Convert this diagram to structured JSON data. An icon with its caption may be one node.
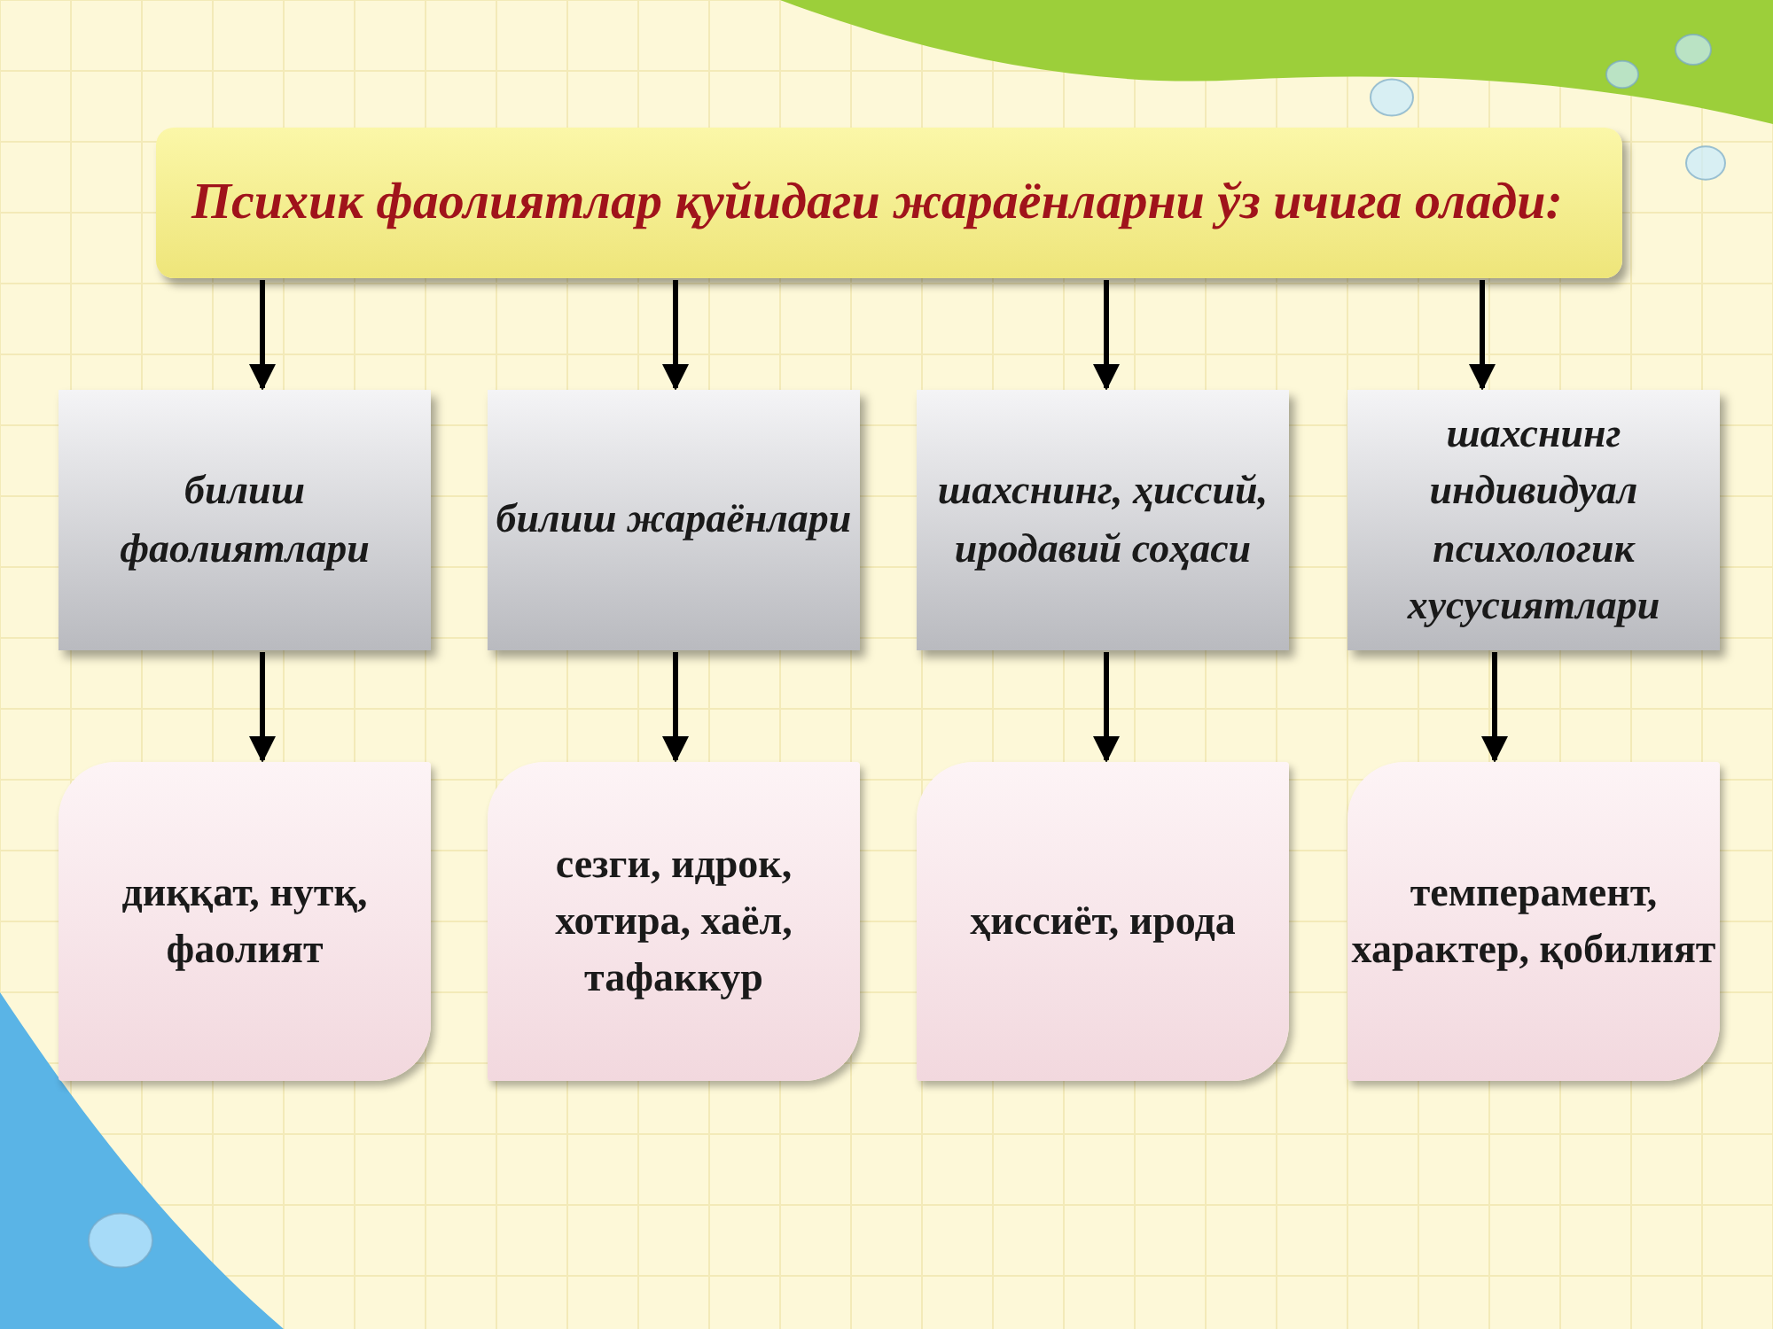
{
  "diagram": {
    "nodes": [
      {
        "text": [
          "Психик фаолиятлар қуйидаги жараёнларни ўз ичига олади:"
        ]
      },
      {
        "text": [
          "билиш фаолиятлари"
        ]
      },
      {
        "text": [
          "билиш жараёнлари"
        ]
      },
      {
        "text": [
          "шахснинг, ҳиссий, иродавий соҳаси"
        ]
      },
      {
        "text": [
          "шахснинг индивидуал психологик хусусиятлари"
        ]
      },
      {
        "text": [
          "диққат, нутқ, фаолият"
        ]
      },
      {
        "text": [
          "сезги, идрок, хотира, хаёл, тафаккур"
        ]
      },
      {
        "text": [
          "ҳиссиёт, ирода"
        ]
      },
      {
        "text": [
          "темперамент, характер, қобилият"
        ]
      }
    ],
    "edges": [
      {
        "from": 0,
        "to": 1,
        "arrow": "to"
      },
      {
        "from": 0,
        "to": 2,
        "arrow": "to"
      },
      {
        "from": 0,
        "to": 3,
        "arrow": "to"
      },
      {
        "from": 0,
        "to": 4,
        "arrow": "to"
      },
      {
        "from": 1,
        "to": 5,
        "arrow": "to"
      },
      {
        "from": 2,
        "to": 6,
        "arrow": "to"
      },
      {
        "from": 3,
        "to": 7,
        "arrow": "to"
      },
      {
        "from": 4,
        "to": 8,
        "arrow": "to"
      }
    ]
  }
}
